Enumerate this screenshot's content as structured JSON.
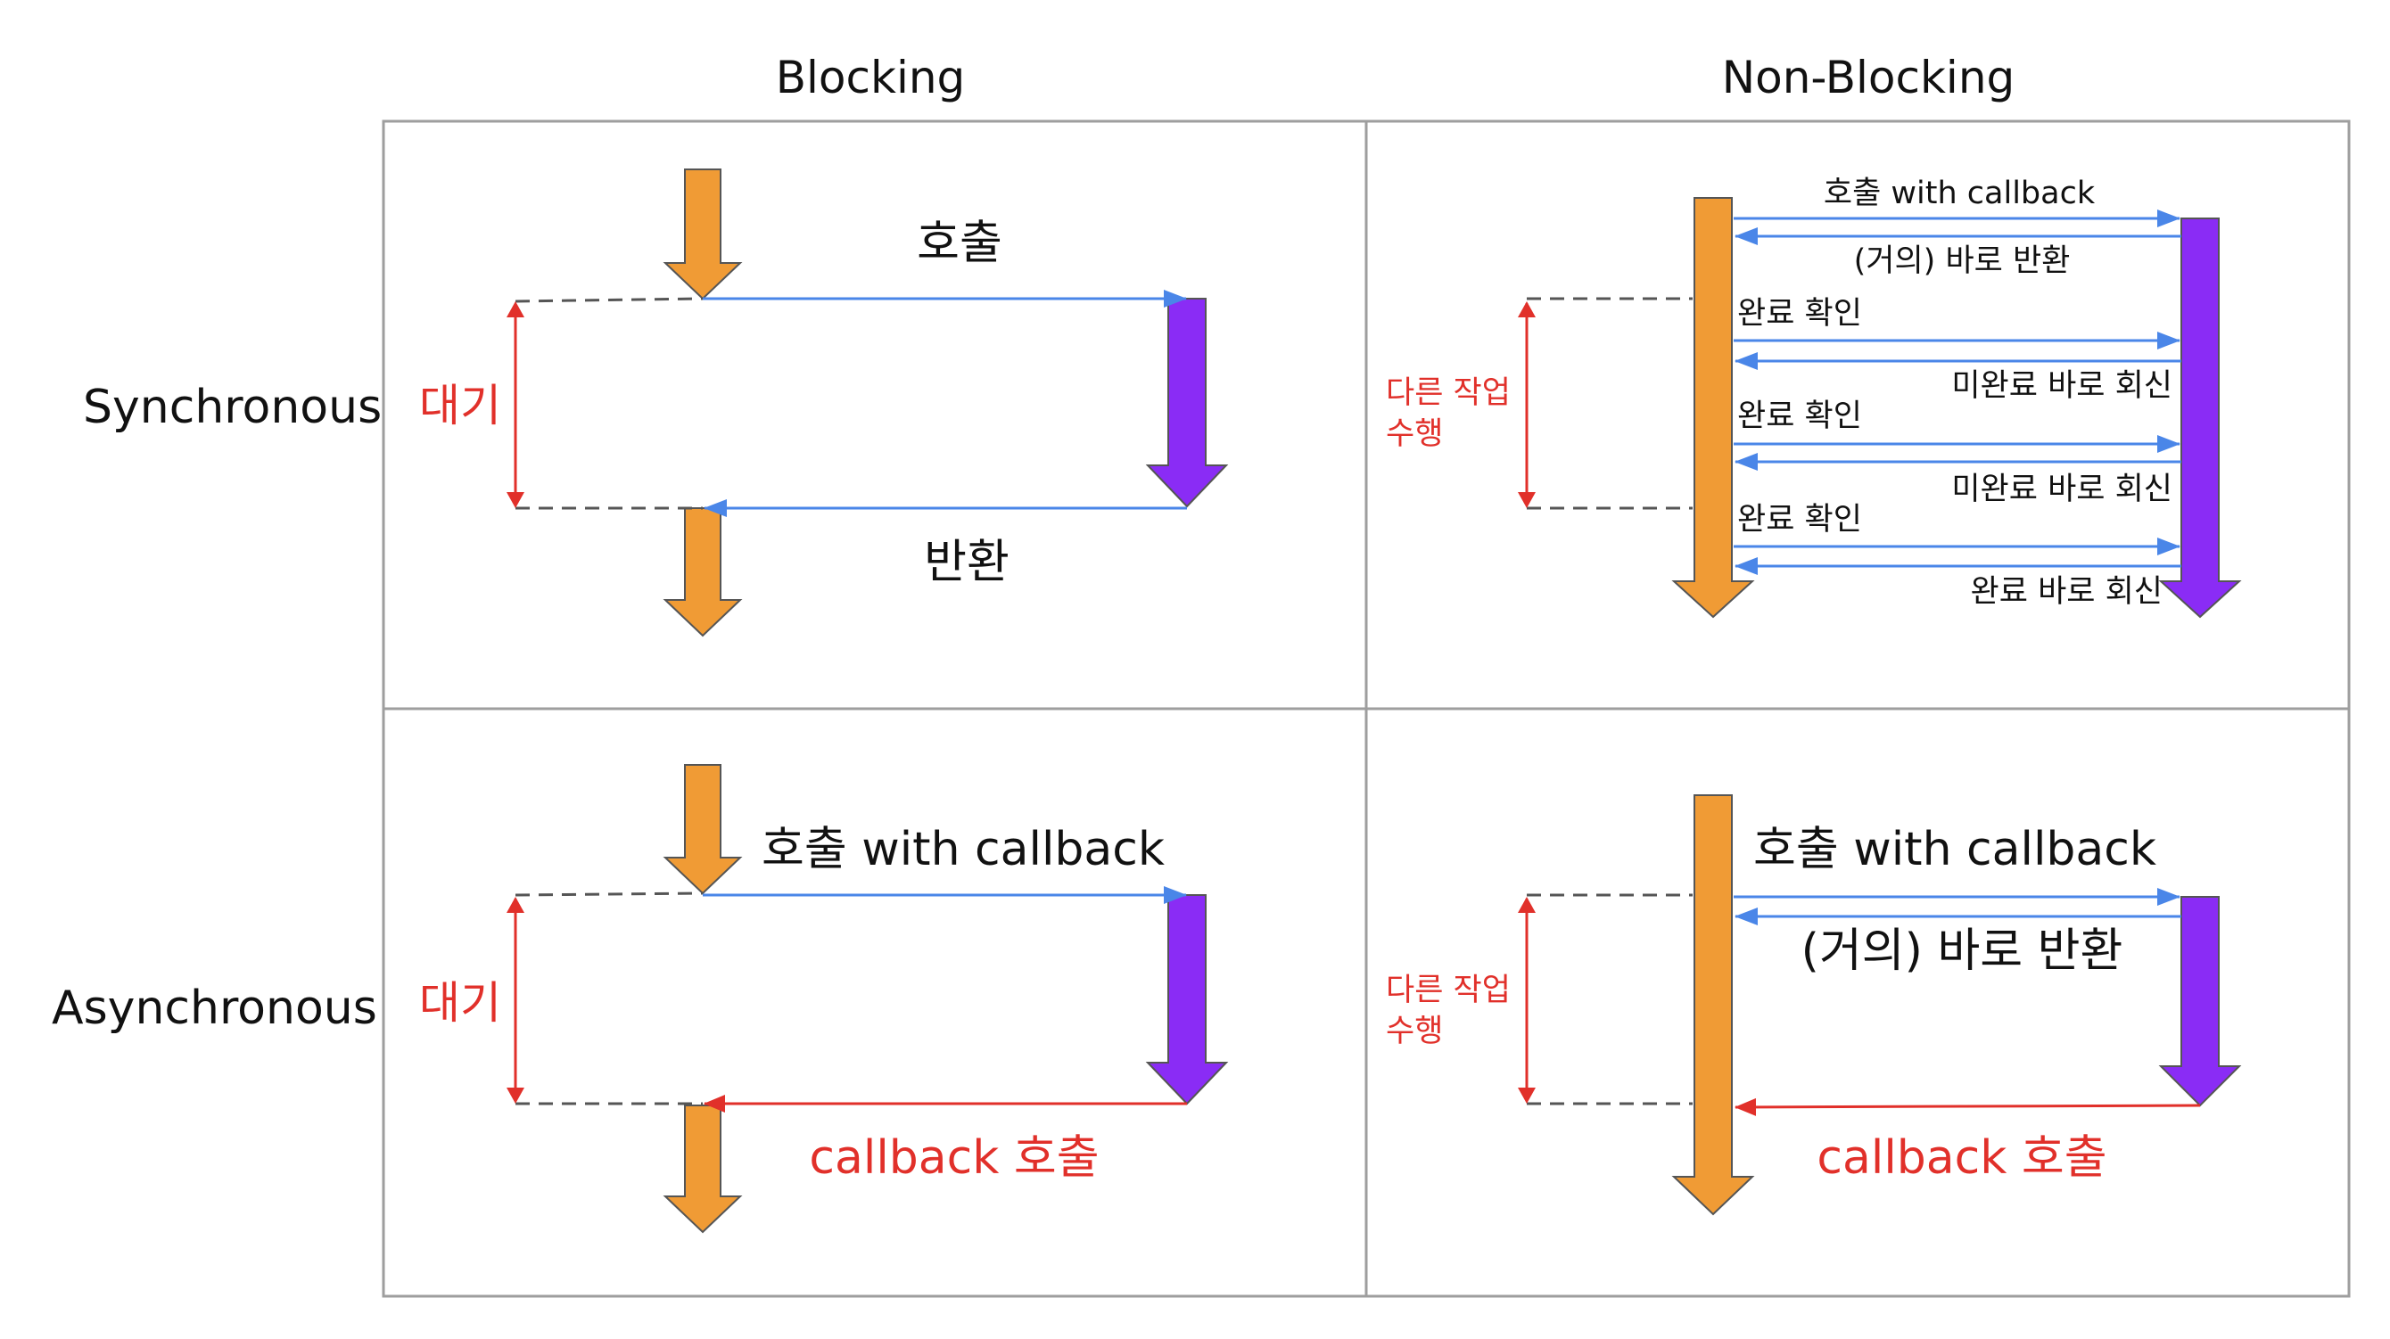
{
  "columns": {
    "blocking": "Blocking",
    "non_blocking": "Non-Blocking"
  },
  "rows": {
    "synchronous": "Synchronous",
    "asynchronous": "Asynchronous"
  },
  "sync_blocking": {
    "call": "호출",
    "return": "반환",
    "wait": "대기"
  },
  "sync_nonblocking": {
    "call": "호출 with callback",
    "return": "(거의) 바로 반환",
    "check": "완료 확인",
    "not_done": "미완료 바로 회신",
    "done": "완료 바로 회신",
    "other_work_line1": "다른 작업",
    "other_work_line2": "수행"
  },
  "async_blocking": {
    "call": "호출 with callback",
    "callback": "callback 호출",
    "wait": "대기"
  },
  "async_nonblocking": {
    "call": "호출 with callback",
    "return": "(거의) 바로 반환",
    "callback": "callback 호출",
    "other_work_line1": "다른 작업",
    "other_work_line2": "수행"
  },
  "colors": {
    "caller": "#f09b35",
    "callee": "#8a2cf5",
    "blue_arrow": "#4a86e8",
    "red": "#e1302a",
    "grid": "#9e9e9e"
  }
}
